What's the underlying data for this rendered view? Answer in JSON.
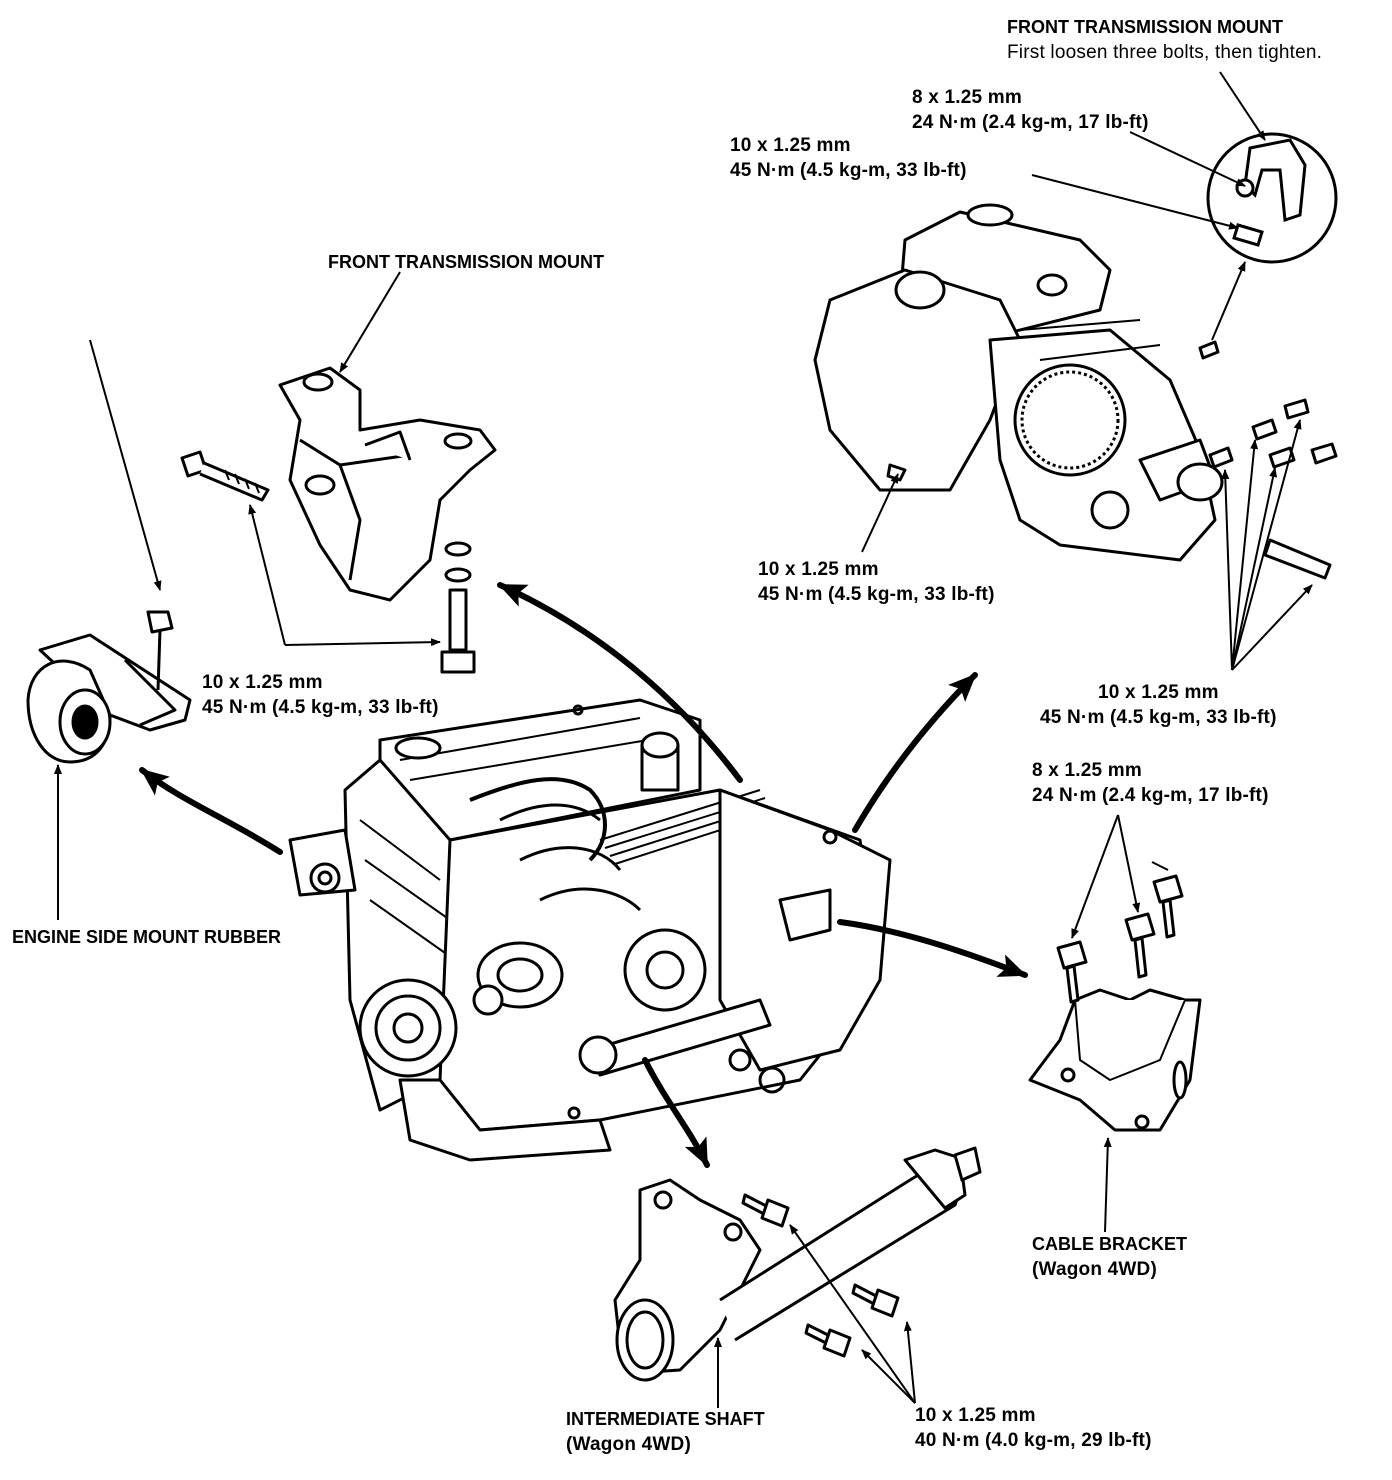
{
  "callouts": {
    "trans_mount_top": {
      "title": "FRONT TRANSMISSION MOUNT",
      "note": "First loosen three bolts, then tighten."
    },
    "torque_8_top": {
      "size": "8 x 1.25 mm",
      "torque": "24 N·m (2.4 kg-m, 17 lb-ft)"
    },
    "torque_10_top": {
      "size": "10 x 1.25 mm",
      "torque": "45 N·m (4.5 kg-m, 33 lb-ft)"
    },
    "trans_mount_left": {
      "title": "FRONT TRANSMISSION MOUNT"
    },
    "torque_10_mount": {
      "size": "10 x 1.25 mm",
      "torque": "45 N·m (4.5 kg-m, 33 lb-ft)"
    },
    "torque_10_trans_left": {
      "size": "10 x 1.25 mm",
      "torque": "45 N·m (4.5 kg-m, 33 lb-ft)"
    },
    "torque_10_trans_right": {
      "size": "10 x 1.25 mm",
      "torque": "45 N·m (4.5 kg-m, 33 lb-ft)"
    },
    "torque_8_bracket": {
      "size": "8 x 1.25 mm",
      "torque": "24 N·m (2.4 kg-m, 17 lb-ft)"
    },
    "engine_side_mount": {
      "title": "ENGINE SIDE MOUNT RUBBER"
    },
    "cable_bracket": {
      "title": "CABLE BRACKET",
      "note": "(Wagon 4WD)"
    },
    "intermediate_shaft": {
      "title": "INTERMEDIATE SHAFT",
      "note": "(Wagon 4WD)"
    },
    "torque_10_shaft": {
      "size": "10 x 1.25 mm",
      "torque": "40 N·m (4.0 kg-m, 29 lb-ft)"
    }
  }
}
